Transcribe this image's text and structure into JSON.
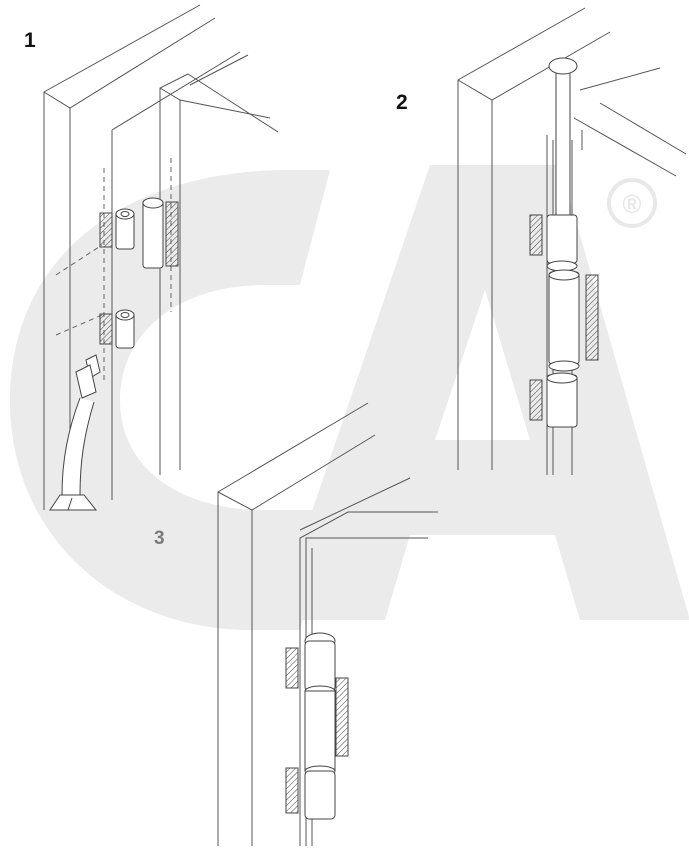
{
  "steps": {
    "one": "1",
    "two": "2",
    "three": "3"
  },
  "watermark": {
    "text": "CA",
    "registered": "®",
    "color": "#ebebeb"
  },
  "colors": {
    "line": "#555555",
    "light_line": "#888888",
    "dashed": "#666666"
  }
}
